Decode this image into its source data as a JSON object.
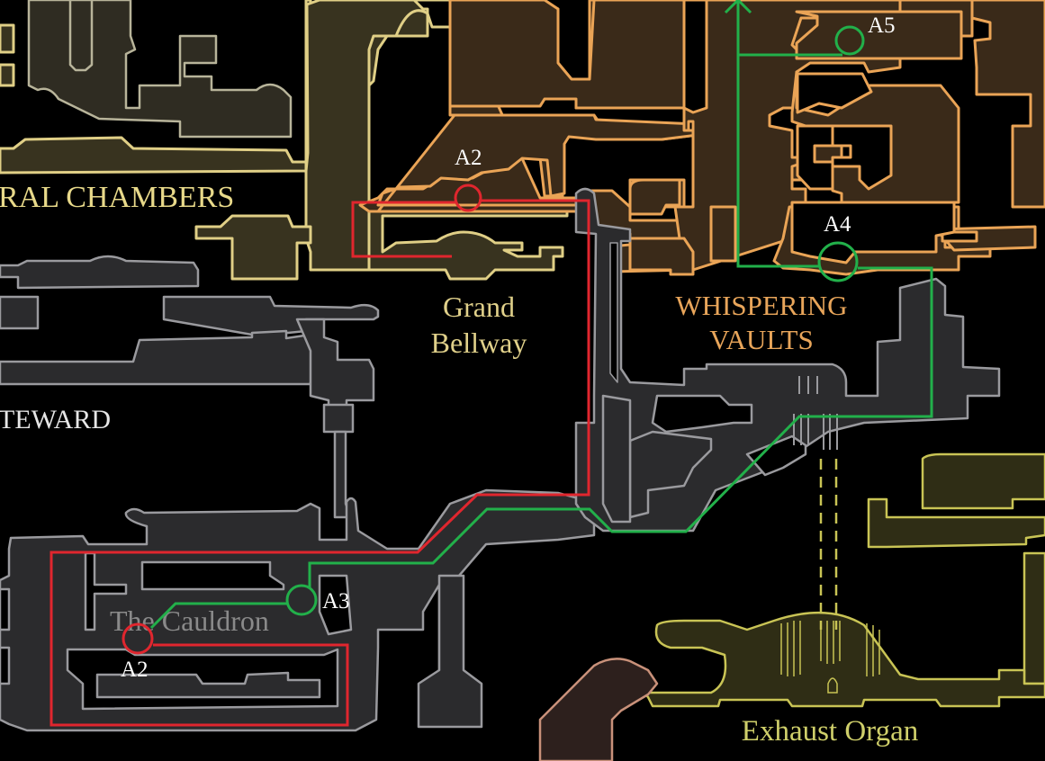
{
  "map": {
    "regions": [
      {
        "id": "choral-chambers",
        "label": "RAL CHAMBERS",
        "color": "#e8d98a"
      },
      {
        "id": "grand-bellway",
        "label_lines": [
          "Grand",
          "Bellway"
        ],
        "color": "#e0d08a"
      },
      {
        "id": "whispering-vaults",
        "label_lines": [
          "WHISPERING",
          "VAULTS"
        ],
        "color": "#e8a55a"
      },
      {
        "id": "steward",
        "label": "TEWARD",
        "color": "#e6e6e6"
      },
      {
        "id": "the-cauldron",
        "label": "The Cauldron",
        "color": "#8a8a8a"
      },
      {
        "id": "exhaust-organ",
        "label": "Exhaust Organ",
        "color": "#cfcf6a"
      }
    ],
    "markers": [
      {
        "id": "a2-top",
        "label": "A2",
        "route": "red"
      },
      {
        "id": "a2-bottom",
        "label": "A2",
        "route": "red"
      },
      {
        "id": "a3",
        "label": "A3",
        "route": "green"
      },
      {
        "id": "a4",
        "label": "A4",
        "route": "green"
      },
      {
        "id": "a5",
        "label": "A5",
        "route": "green"
      }
    ],
    "routes": {
      "red": "#e0262e",
      "green": "#22b04a"
    },
    "palette": {
      "gold_fill": "#3a3524",
      "gold_stroke": "#e6d48a",
      "orange_fill": "#3a2a1a",
      "orange_stroke": "#eaa456",
      "grey_fill": "#2a2a2c",
      "grey_stroke": "#8e8e92",
      "olive_fill": "#2e2c14",
      "olive_stroke": "#c9c455",
      "pink_fill": "#2e2220",
      "pink_stroke": "#c9917a"
    }
  }
}
